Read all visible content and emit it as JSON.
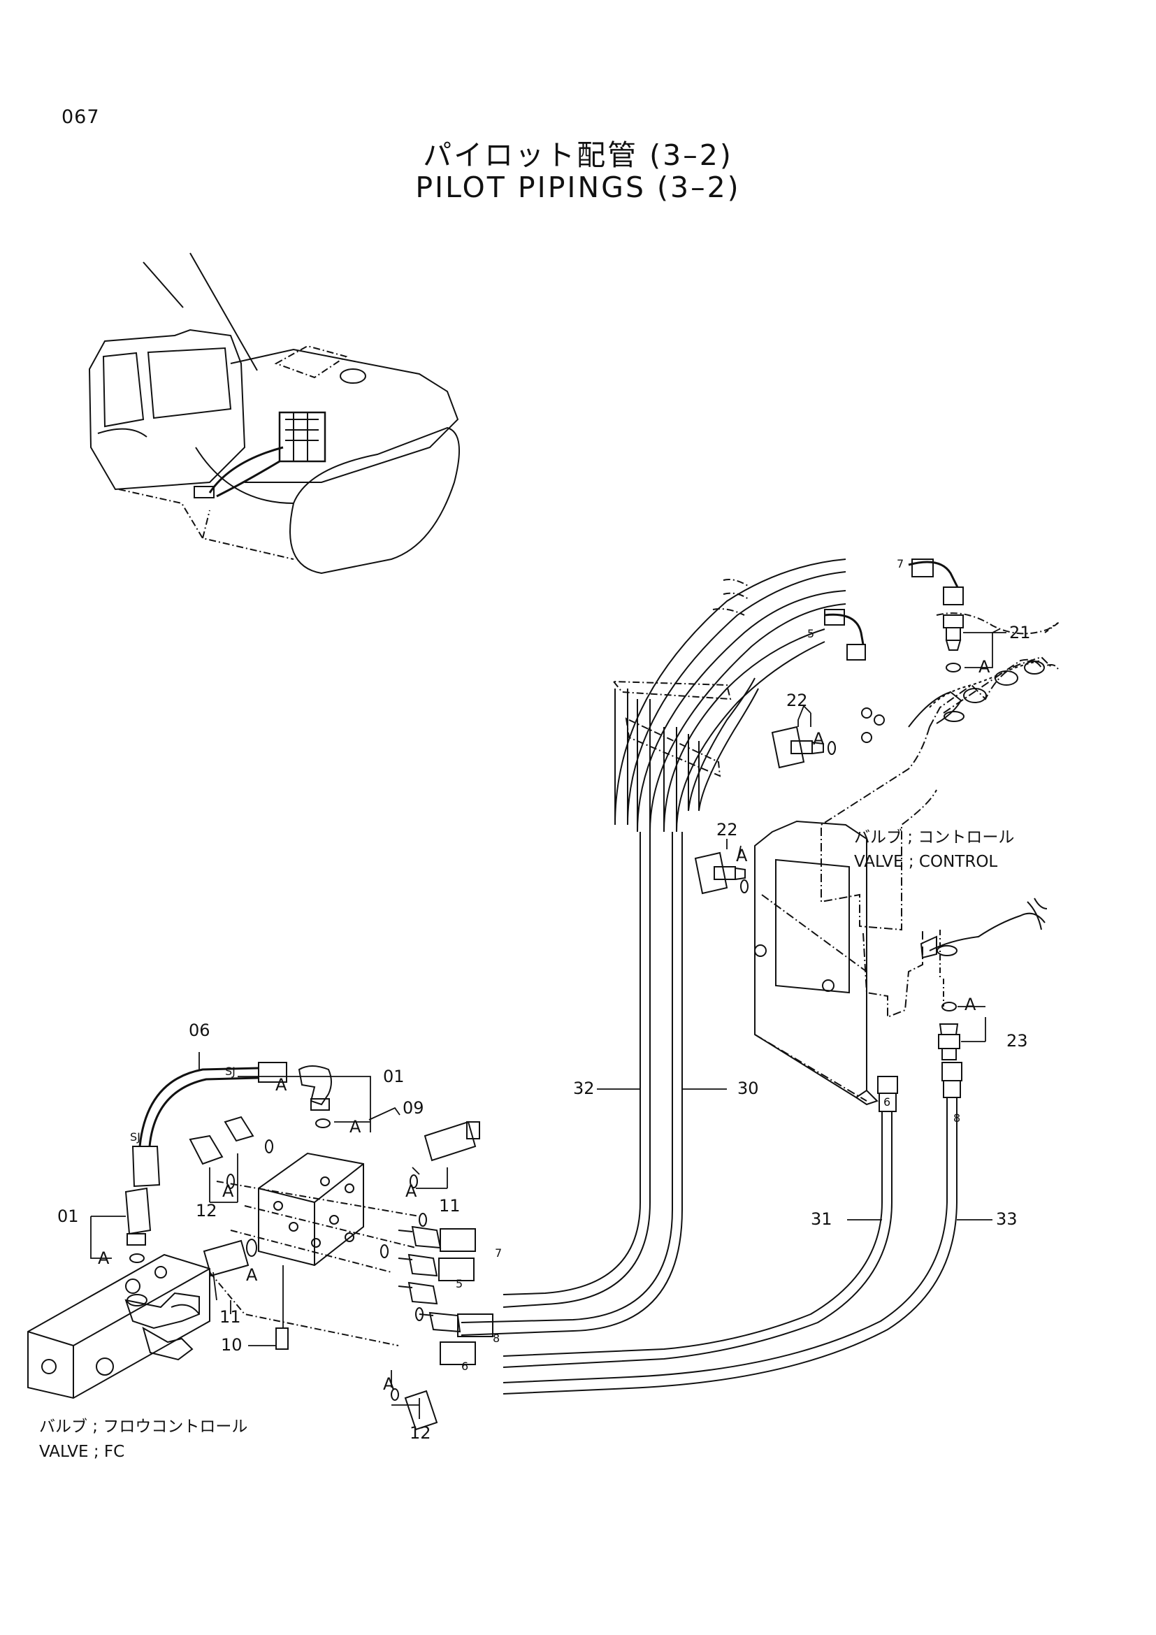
{
  "page_number": "067",
  "title": {
    "japanese": "パイロット配管 (3–2)",
    "english": "PILOT PIPINGS (3–2)"
  },
  "component_labels": {
    "control_valve_jp": "バルブ ; コントロール",
    "control_valve_en": "VALVE ; CONTROL",
    "fc_valve_jp": "バルブ ; フロウコントロール",
    "fc_valve_en": "VALVE ; FC"
  },
  "callouts": {
    "c21": "21",
    "c22a": "22",
    "c22b": "22",
    "c23": "23",
    "c30": "30",
    "c31": "31",
    "c32": "32",
    "c33": "33",
    "c06": "06",
    "c01a": "01",
    "c01b": "01",
    "c09": "09",
    "c10": "10",
    "c11a": "11",
    "c11b": "11",
    "c12a": "12",
    "c12b": "12"
  },
  "small_marks": {
    "sj1": "SJ",
    "sj2": "SJ",
    "h7a": "7",
    "h5a": "5",
    "h6a": "6",
    "h8a": "8",
    "h7b": "7",
    "h5b": "5",
    "h8b": "8",
    "h6b": "6"
  },
  "oring_marks": {
    "a1": "A",
    "a2": "A",
    "a3": "A",
    "a4": "A",
    "a5": "A",
    "a6": "A",
    "a7": "A",
    "a8": "A",
    "a9": "A",
    "a10": "A",
    "a11": "A"
  }
}
